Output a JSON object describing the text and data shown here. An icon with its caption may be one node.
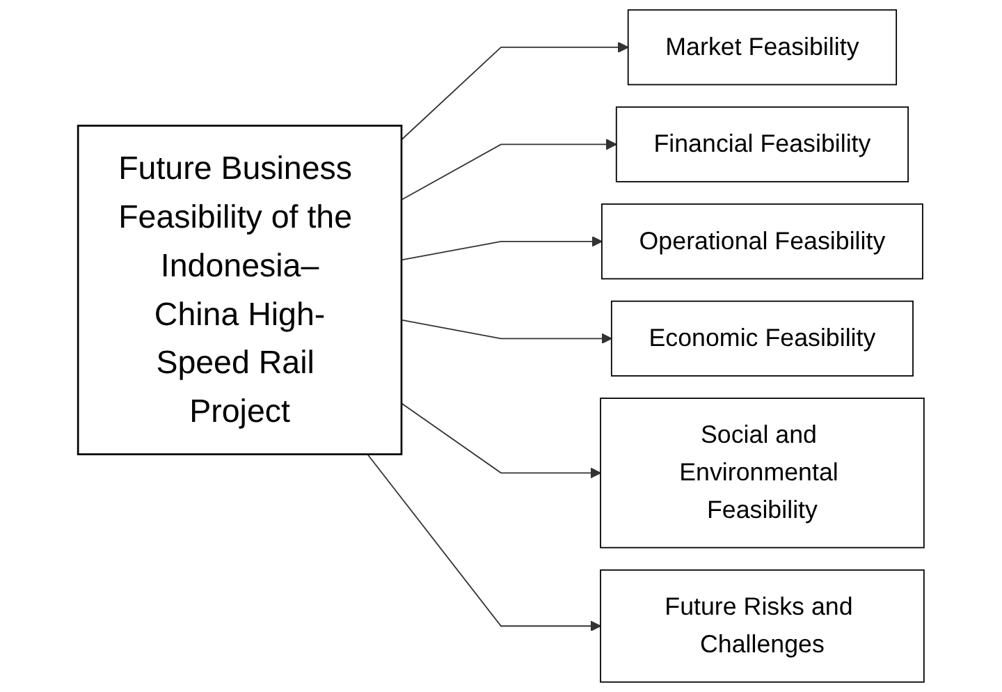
{
  "diagram": {
    "nodes": [
      {
        "text": [
          "Future Business Feasibility of the Indonesia–China High-Speed Rail Project"
        ]
      },
      {
        "text": [
          "Market Feasibility"
        ]
      },
      {
        "text": [
          "Financial Feasibility"
        ]
      },
      {
        "text": [
          "Operational Feasibility"
        ]
      },
      {
        "text": [
          "Economic Feasibility"
        ]
      },
      {
        "text": [
          "Social and Environmental Feasibility"
        ]
      },
      {
        "text": [
          "Future Risks and Challenges"
        ]
      }
    ],
    "edges": [
      {
        "from": 0,
        "to": 1,
        "arrow": "to"
      },
      {
        "from": 0,
        "to": 2,
        "arrow": "to"
      },
      {
        "from": 0,
        "to": 3,
        "arrow": "to"
      },
      {
        "from": 0,
        "to": 4,
        "arrow": "to"
      },
      {
        "from": 0,
        "to": 5,
        "arrow": "to"
      },
      {
        "from": 0,
        "to": 6,
        "arrow": "to"
      }
    ]
  }
}
